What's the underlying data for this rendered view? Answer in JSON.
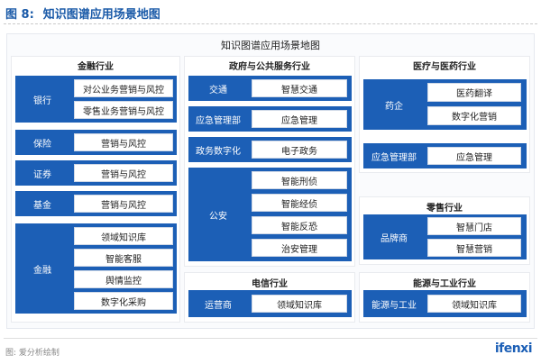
{
  "figure": {
    "label": "图 8:",
    "title": "知识图谱应用场景地图"
  },
  "diagram_title": "知识图谱应用场景地图",
  "sections": {
    "finance": {
      "title": "金融行业",
      "groups": [
        {
          "category": "银行",
          "items": [
            "对公业务营销与风控",
            "零售业务营销与风控"
          ]
        },
        {
          "category": "保险",
          "items": [
            "营销与风控"
          ]
        },
        {
          "category": "证券",
          "items": [
            "营销与风控"
          ]
        },
        {
          "category": "基金",
          "items": [
            "营销与风控"
          ]
        },
        {
          "category": "金融",
          "items": [
            "领域知识库",
            "智能客服",
            "舆情监控",
            "数字化采购"
          ]
        }
      ]
    },
    "gov": {
      "title": "政府与公共服务行业",
      "groups": [
        {
          "category": "交通",
          "items": [
            "智慧交通"
          ]
        },
        {
          "category": "应急管理部",
          "items": [
            "应急管理"
          ]
        },
        {
          "category": "政务数字化",
          "items": [
            "电子政务"
          ]
        },
        {
          "category": "公安",
          "items": [
            "智能刑侦",
            "智能经侦",
            "智能反恐",
            "治安管理"
          ]
        }
      ]
    },
    "telecom": {
      "title": "电信行业",
      "groups": [
        {
          "category": "运营商",
          "items": [
            "领域知识库"
          ]
        }
      ]
    },
    "medical": {
      "title": "医疗与医药行业",
      "groups": [
        {
          "category": "药企",
          "items": [
            "医药翻译",
            "数字化营销"
          ]
        },
        {
          "category": "应急管理部",
          "items": [
            "应急管理"
          ]
        }
      ]
    },
    "retail": {
      "title": "零售行业",
      "groups": [
        {
          "category": "品牌商",
          "items": [
            "智慧门店",
            "智慧营销"
          ]
        }
      ]
    },
    "energy": {
      "title": "能源与工业行业",
      "groups": [
        {
          "category": "能源与工业",
          "items": [
            "领域知识库"
          ]
        }
      ]
    }
  },
  "footer": {
    "source": "图: 爱分析绘制",
    "logo": "ifenxi"
  },
  "colors": {
    "category_fill": "#1c5fb6",
    "title_blue": "#1a5aa8",
    "item_fill": "#ffffff"
  }
}
